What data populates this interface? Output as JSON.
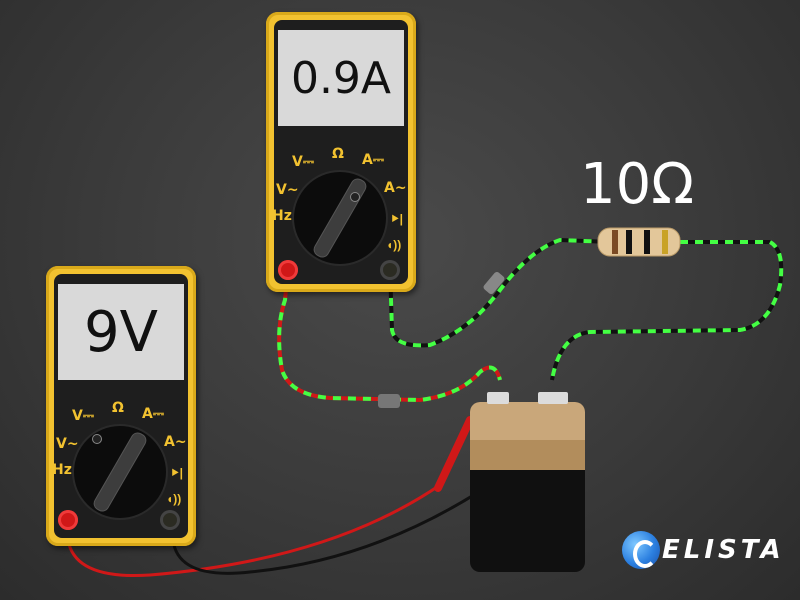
{
  "ammeter": {
    "reading": "0.9A",
    "labels": {
      "v_dc": "V⎓",
      "ohm": "Ω",
      "a_dc": "A⎓",
      "v_ac": "V~",
      "a_ac": "A~",
      "hz": "Hz",
      "diode": "⯈|",
      "sound": "◖))"
    }
  },
  "voltmeter": {
    "reading": "9V",
    "labels": {
      "v_dc": "V⎓",
      "ohm": "Ω",
      "a_dc": "A⎓",
      "v_ac": "V~",
      "a_ac": "A~",
      "hz": "Hz",
      "diode": "⯈|",
      "sound": "◖))"
    }
  },
  "resistor": {
    "value": "10Ω"
  },
  "logo": {
    "letter": "C",
    "text": "ELISTA"
  },
  "colors": {
    "meter_body": "#f2c230",
    "lead_red": "#d01818",
    "lead_black": "#111111",
    "current_flow": "#44ff44",
    "battery_top": "#c9a77a",
    "battery_bottom": "#101010"
  }
}
